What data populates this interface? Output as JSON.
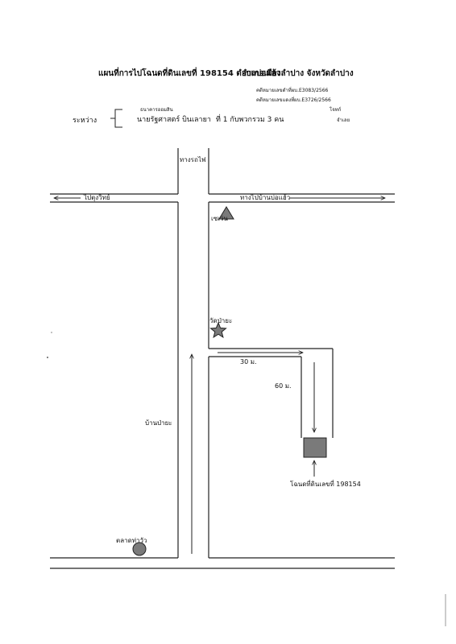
{
  "header": {
    "title_left": "แผนที่การไปโฉนดที่ดินเลขที่ 198154  ตำบลบ่อแฮ้ว",
    "title_right": "อำเภอเมืองลำปาง  จังหวัดลำปาง",
    "ref_line_1": "คดีหมายเลขดำที่ผบ.E3083/2566",
    "ref_line_2": "คดีหมายเลขแดงที่ผบ.E3726/2566"
  },
  "parties": {
    "between_label": "ระหว่าง",
    "plaintiff_name": "ธนาคารออมสิน",
    "plaintiff_role": "โจทก์",
    "defendant_name": "นายรัฐศาสตร์  บินเลายา",
    "defendant_suffix": "ที่ 1 กับพวกรวม 3 คน",
    "defendant_role": "จำเลย"
  },
  "map": {
    "railway": "ทางรถไฟ",
    "to_left": "ไปตุงวิทย์",
    "to_right": "ทางไปบ้านบ่อแฮ้ว",
    "landmark_1": "เซเว่น",
    "landmark_2": "วัดป่ายะ",
    "distance_1": "30 ม.",
    "distance_2": "60  ม.",
    "village": "บ้านป่ายะ",
    "market": "ตลาดท่าวัว",
    "plot_label": "โฉนดที่ดินเลขที่ 198154"
  }
}
